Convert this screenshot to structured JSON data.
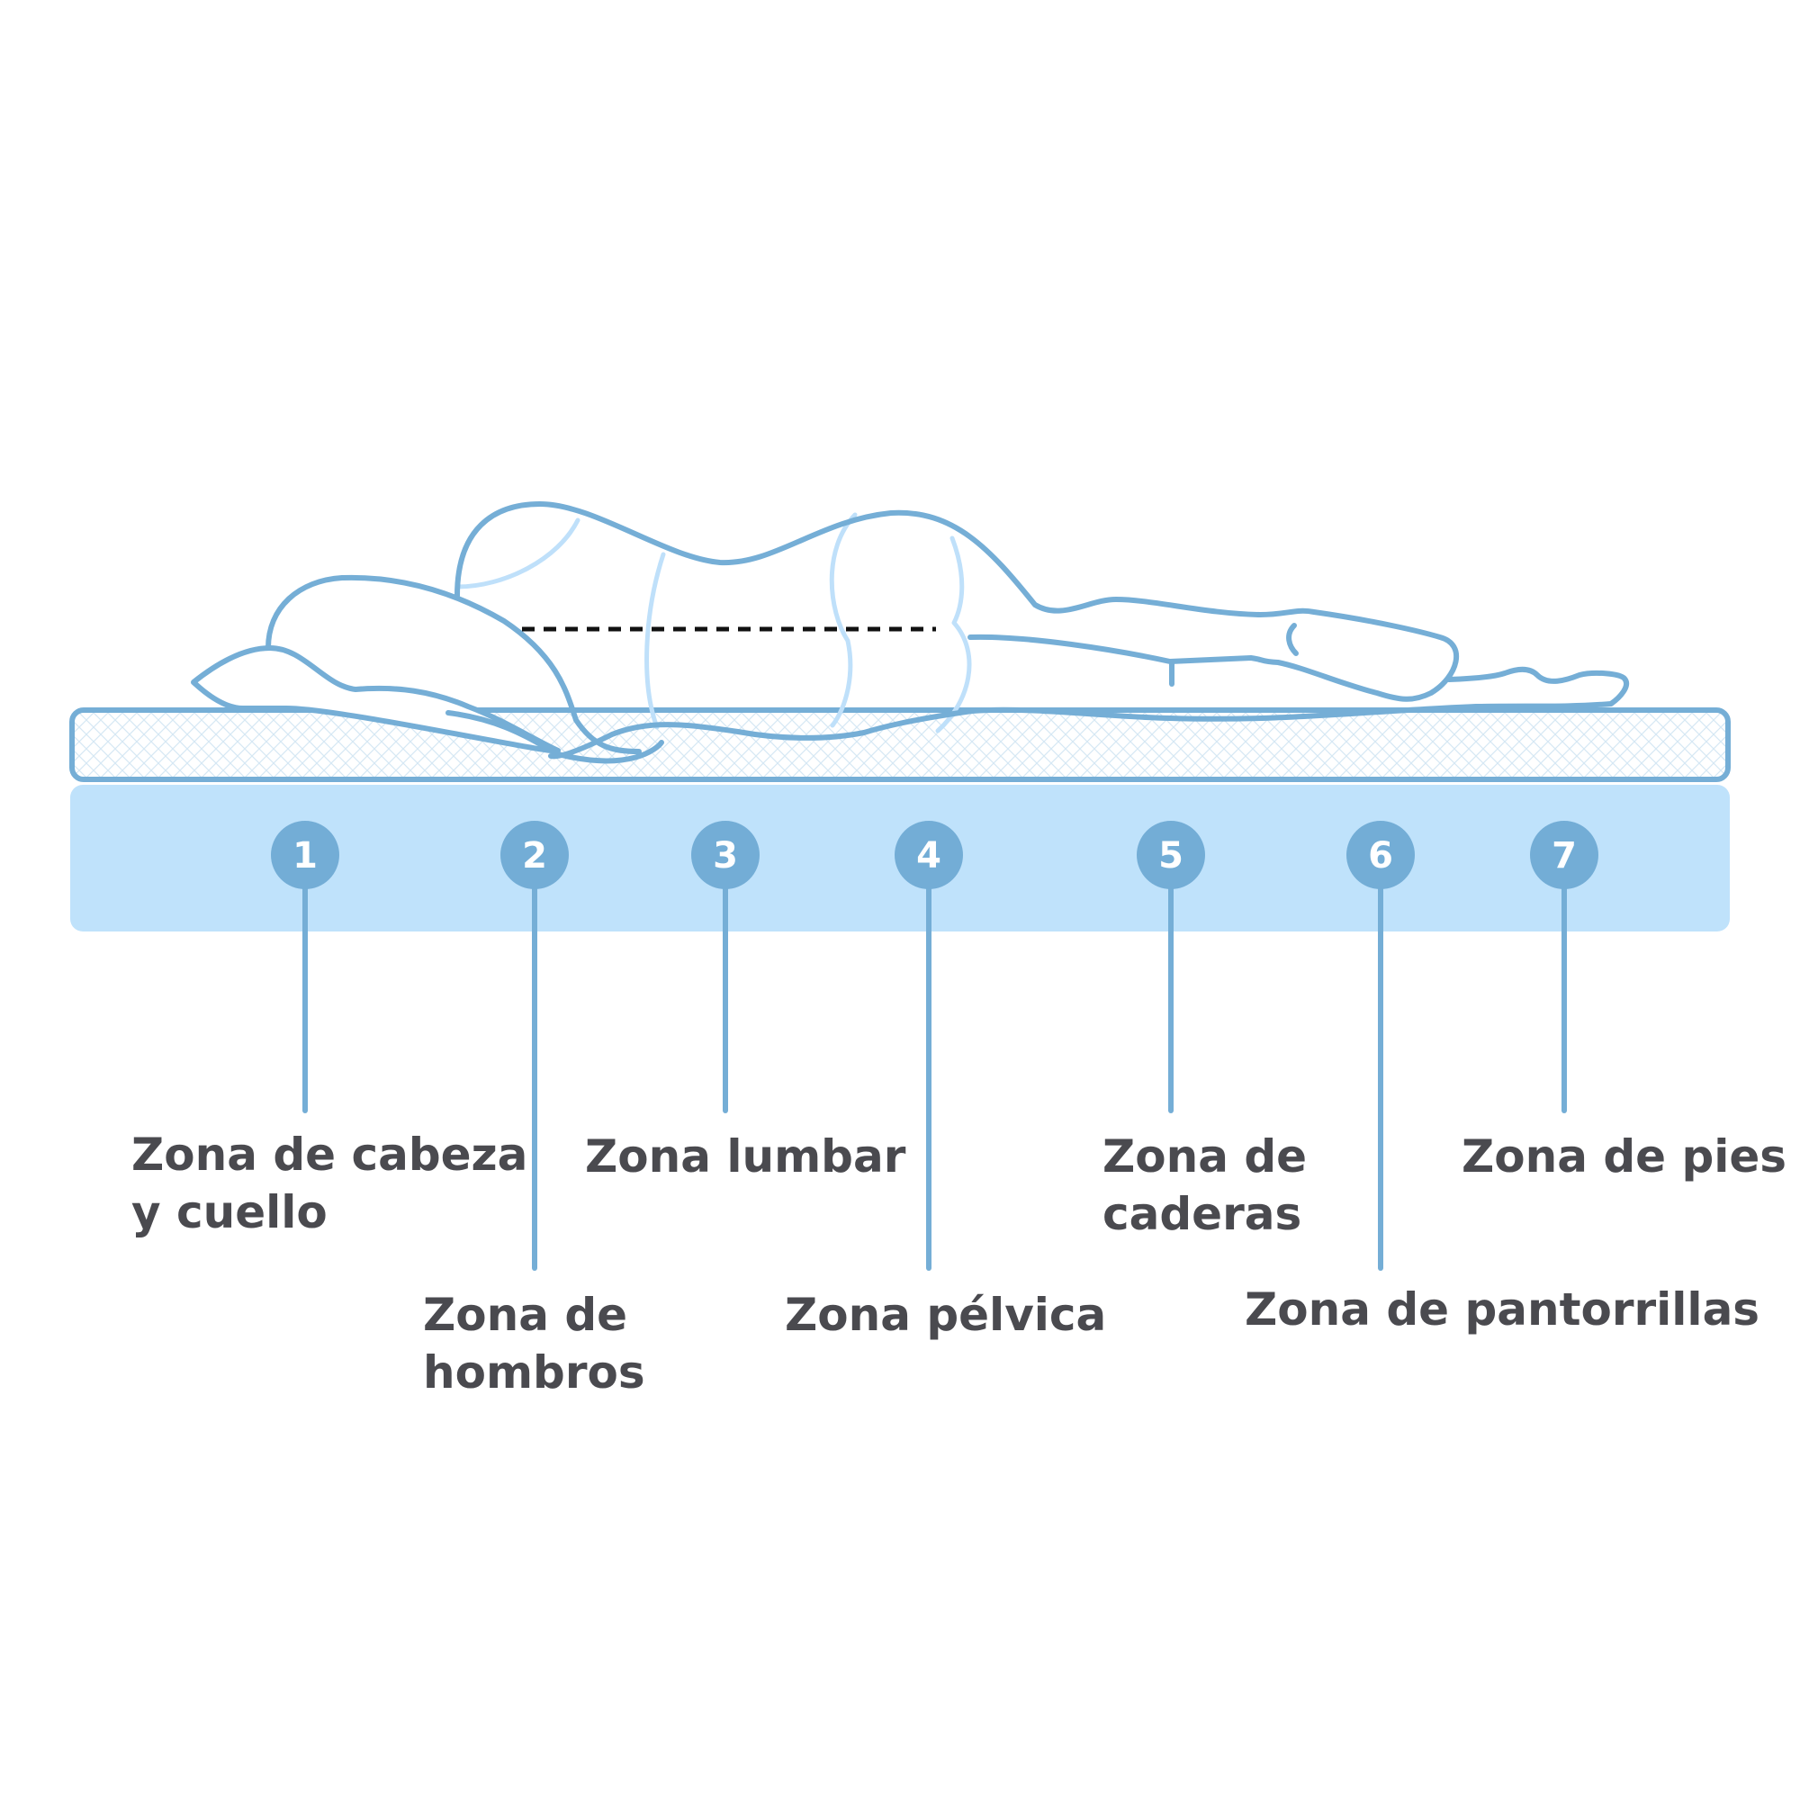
{
  "colors": {
    "outline": "#75aed6",
    "outline_light": "#bfe0fa",
    "base_fill": "#bfe2fb",
    "badge_fill": "#73add6",
    "text": "#4a4a4f",
    "spine_line": "#111111",
    "background": "#ffffff"
  },
  "icons": {
    "figure": "person-lying-on-side-icon",
    "pillow": "pillow-icon"
  },
  "zones": [
    {
      "number": "1",
      "label_lines": [
        "Zona de cabeza",
        "y cuello"
      ]
    },
    {
      "number": "2",
      "label_lines": [
        "Zona de",
        "hombros"
      ]
    },
    {
      "number": "3",
      "label_lines": [
        "Zona lumbar"
      ]
    },
    {
      "number": "4",
      "label_lines": [
        "Zona pélvica"
      ]
    },
    {
      "number": "5",
      "label_lines": [
        "Zona de",
        "caderas"
      ]
    },
    {
      "number": "6",
      "label_lines": [
        "Zona de pantorrillas"
      ]
    },
    {
      "number": "7",
      "label_lines": [
        "Zona de pies"
      ]
    }
  ]
}
